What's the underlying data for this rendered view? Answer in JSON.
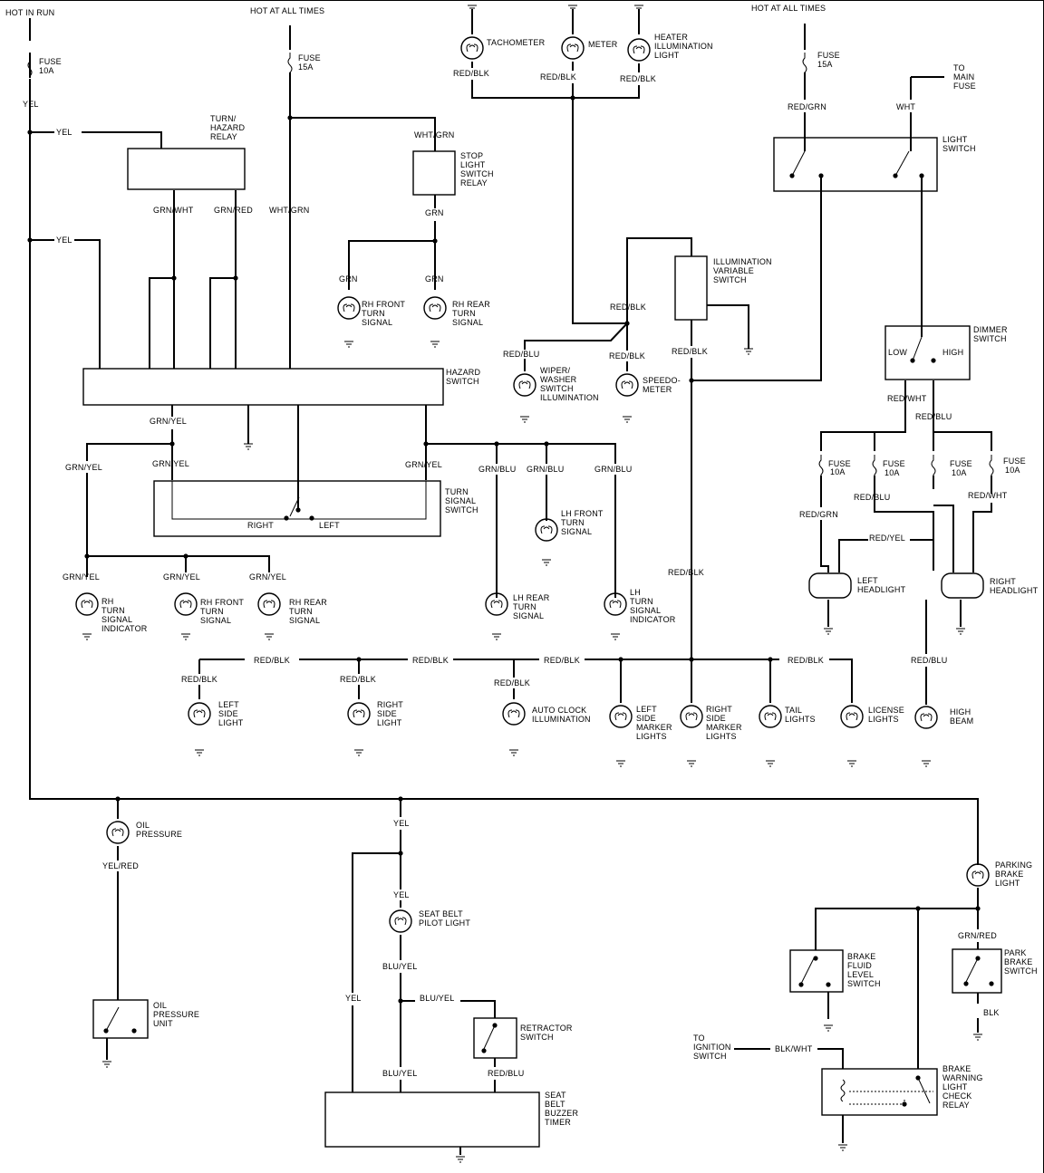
{
  "sources": {
    "hot_in_run": "HOT IN RUN",
    "hot_at_all_times_1": "HOT AT ALL TIMES",
    "hot_at_all_times_2": "HOT  AT  ALL TIMES"
  },
  "fuses": {
    "f1_a": "FUSE",
    "f1_b": "10A",
    "f2_a": "FUSE",
    "f2_b": "15A",
    "f3_a": "FUSE",
    "f3_b": "15A",
    "f4_a": "FUSE",
    "f4_b": "10A",
    "f5_a": "FUSE",
    "f5_b": "10A",
    "f6_a": "FUSE",
    "f6_b": "10A",
    "f7_a": "FUSE",
    "f7_b": "10A"
  },
  "wires": {
    "yel_main": "YEL",
    "yel_1": "YEL",
    "yel_2": "YEL",
    "grn_wht": "GRN/WHT",
    "grn_red": "GRN/RED",
    "wht_grn_relay": "WHT/GRN",
    "wht_grn_main": "WHT/GRN",
    "grn_relay": "GRN",
    "grn_rh_front": "GRN",
    "grn_rh_rear": "GRN",
    "red_blk_tach": "RED/BLK",
    "red_blk_meter": "RED/BLK",
    "red_blk_heater": "RED/BLK",
    "red_blk_illum": "RED/BLK",
    "red_blu_wiper": "RED/BLU",
    "red_blk_speedo": "RED/BLK",
    "red_blk_ivs": "RED/BLK",
    "red_grn_top": "RED/GRN",
    "wht_top": "WHT",
    "red_wht_dim": "RED/WHT",
    "red_blu_dim": "RED/BLU",
    "red_blu_fuse": "RED/BLU",
    "red_wht_fuse": "RED/WHT",
    "red_grn_fuse": "RED/GRN",
    "red_yel": "RED/YEL",
    "red_blk_bus": "RED/BLK",
    "red_blu_hb": "RED/BLU",
    "grn_yel_a": "GRN/YEL",
    "grn_yel_b": "GRN/YEL",
    "grn_yel_c": "GRN/YEL",
    "grn_yel_d": "GRN/YEL",
    "grn_yel_e": "GRN/YEL",
    "grn_yel_f": "GRN/YEL",
    "grn_yel_g": "GRN/YEL",
    "grn_blu_a": "GRN/BLU",
    "grn_blu_b": "GRN/BLU",
    "grn_blu_c": "GRN/BLU",
    "red_blk_r1": "RED/BLK",
    "red_blk_r2": "RED/BLK",
    "red_blk_r3": "RED/BLK",
    "red_blk_r4": "RED/BLK",
    "red_blk_l1": "RED/BLK",
    "red_blk_l2": "RED/BLK",
    "red_blk_l3": "RED/BLK",
    "yel_bottom_1": "YEL",
    "yel_bottom_2": "YEL",
    "yel_bottom_3": "YEL",
    "yel_red": "YEL/RED",
    "blu_yel_1": "BLU/YEL",
    "blu_yel_2": "BLU/YEL",
    "blu_yel_3": "BLU/YEL",
    "red_blu_retr": "RED/BLU",
    "grn_red_park": "GRN/RED",
    "blk_park": "BLK",
    "blk_wht": "BLK/WHT"
  },
  "components": {
    "turn_hazard_relay": [
      "TURN/",
      "HAZARD",
      "RELAY"
    ],
    "stop_light_relay": [
      "STOP",
      "LIGHT",
      "SWITCH",
      "RELAY"
    ],
    "rh_front_turn": [
      "RH FRONT",
      "TURN",
      "SIGNAL"
    ],
    "rh_rear_turn": [
      "RH REAR",
      "TURN",
      "SIGNAL"
    ],
    "hazard_switch": [
      "HAZARD",
      "SWITCH"
    ],
    "turn_signal_switch": [
      "TURN",
      "SIGNAL",
      "SWITCH"
    ],
    "tsw_right": "RIGHT",
    "tsw_left": "LEFT",
    "tachometer": [
      "TACHOMETER"
    ],
    "meter": [
      "METER"
    ],
    "heater_illum": [
      "HEATER",
      "ILLUMINATION",
      "LIGHT"
    ],
    "illum_var_switch": [
      "ILLUMINATION",
      "VARIABLE",
      "SWITCH"
    ],
    "wiper_switch": [
      "WIPER/",
      "WASHER",
      "SWITCH",
      "ILLUMINATION"
    ],
    "speedometer": [
      "SPEEDO-",
      "METER"
    ],
    "lh_front_turn": [
      "LH FRONT",
      "TURN",
      "SIGNAL"
    ],
    "lh_rear_turn": [
      "LH REAR",
      "TURN",
      "SIGNAL"
    ],
    "lh_turn_ind": [
      "LH",
      "TURN",
      "SIGNAL",
      "INDICATOR"
    ],
    "rh_turn_ind": [
      "RH",
      "TURN",
      "SIGNAL",
      "INDICATOR"
    ],
    "rh_front_turn_2": [
      "RH FRONT",
      "TURN",
      "SIGNAL"
    ],
    "rh_rear_turn_2": [
      "RH REAR",
      "TURN",
      "SIGNAL"
    ],
    "to_main_fuse": [
      "TO",
      "MAIN",
      "FUSE"
    ],
    "light_switch": [
      "LIGHT",
      "SWITCH"
    ],
    "dimmer_switch": [
      "DIMMER",
      "SWITCH"
    ],
    "dim_low": "LOW",
    "dim_high": "HIGH",
    "left_headlight": [
      "LEFT",
      "HEADLIGHT"
    ],
    "right_headlight": [
      "RIGHT",
      "HEADLIGHT"
    ],
    "left_side_light": [
      "LEFT",
      "SIDE",
      "LIGHT"
    ],
    "right_side_light": [
      "RIGHT",
      "SIDE",
      "LIGHT"
    ],
    "auto_clock": [
      "AUTO CLOCK",
      "ILLUMINATION"
    ],
    "left_marker": [
      "LEFT",
      "SIDE",
      "MARKER",
      "LIGHTS"
    ],
    "right_marker": [
      "RIGHT",
      "SIDE",
      "MARKER",
      "LIGHTS"
    ],
    "tail_lights": [
      "TAIL",
      "LIGHTS"
    ],
    "license_lights": [
      "LICENSE",
      "LIGHTS"
    ],
    "high_beam": [
      "HIGH",
      "BEAM"
    ],
    "oil_pressure": [
      "OIL",
      "PRESSURE"
    ],
    "oil_pressure_unit": [
      "OIL",
      "PRESSURE",
      "UNIT"
    ],
    "seat_belt_pilot": [
      "SEAT BELT",
      "PILOT LIGHT"
    ],
    "retractor_switch": [
      "RETRACTOR",
      "SWITCH"
    ],
    "seat_belt_timer": [
      "SEAT",
      "BELT",
      "BUZZER",
      "TIMER"
    ],
    "parking_brake_light": [
      "PARKING",
      "BRAKE",
      "LIGHT"
    ],
    "brake_fluid_switch": [
      "BRAKE",
      "FLUID",
      "LEVEL",
      "SWITCH"
    ],
    "park_brake_switch": [
      "PARK",
      "BRAKE",
      "SWITCH"
    ],
    "to_ignition": [
      "TO",
      "IGNITION",
      "SWITCH"
    ],
    "brake_warning_relay": [
      "BRAKE",
      "WARNING",
      "LIGHT",
      "CHECK",
      "RELAY"
    ]
  }
}
